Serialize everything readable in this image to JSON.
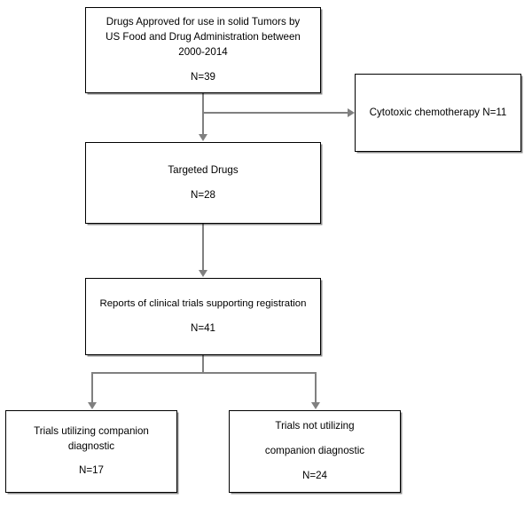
{
  "diagram": {
    "title": "Drug approval and clinical trial flow diagram",
    "line_color": "#808080",
    "border_color": "#000000",
    "background_color": "#ffffff"
  },
  "nodes": {
    "approved": {
      "line1": "Drugs Approved for use in solid Tumors by",
      "line2": "US Food and Drug Administration between",
      "line3": "2000-2014",
      "count": "N=39"
    },
    "cytotoxic": {
      "label": "Cytotoxic chemotherapy N=11"
    },
    "targeted": {
      "label": "Targeted Drugs",
      "count": "N=28"
    },
    "reports": {
      "label": "Reports of clinical trials supporting registration",
      "count": "N=41"
    },
    "with_companion_diagnostic": {
      "line1": "Trials utilizing companion",
      "line2": "diagnostic",
      "count": "N=17"
    },
    "without_companion_diagnostic": {
      "line1": "Trials not utilizing",
      "line2": "companion diagnostic",
      "count": "N=24"
    }
  },
  "connectors": {
    "approved_to_targeted": "arrow-down",
    "approved_to_cytotoxic": "arrow-right",
    "targeted_to_reports": "arrow-down",
    "reports_to_with_cdx": "arrow-down",
    "reports_to_without_cdx": "arrow-down"
  }
}
